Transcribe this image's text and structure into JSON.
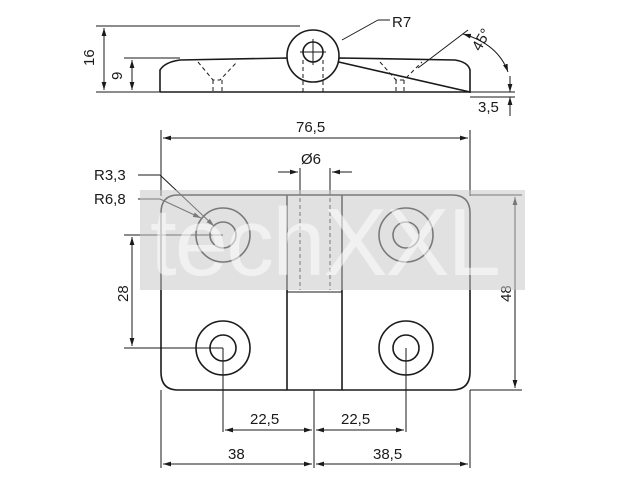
{
  "drawing": {
    "watermark": "techXXL",
    "dimensions": {
      "height_total": "16",
      "height_leaf": "9",
      "pin_radius": "R7",
      "angle": "45°",
      "thickness": "3,5",
      "overall_width": "76,5",
      "pin_diameter": "Ø6",
      "hole_radius": "R3,3",
      "counterbore_radius": "R6,8",
      "hole_spacing_vertical": "28",
      "overall_height": "48",
      "hole_offset_left": "22,5",
      "hole_offset_right": "22,5",
      "left_leaf_width": "38",
      "right_leaf_width": "38,5"
    }
  }
}
